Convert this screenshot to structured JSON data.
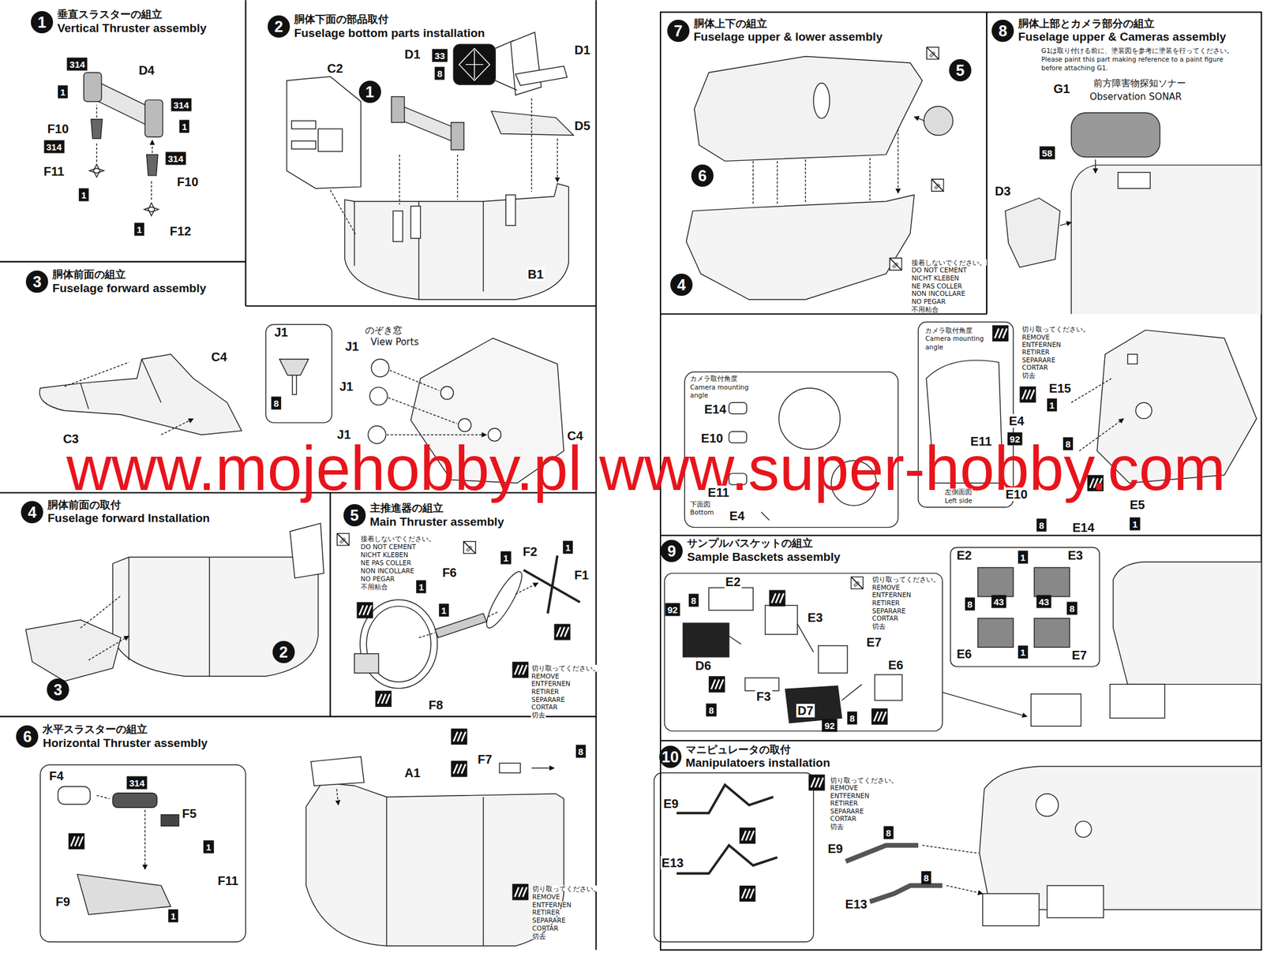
{
  "diagram": {
    "nodes": [
      {
        "text": [
          "1",
          "垂直スラスターの組立",
          "Vertical Thruster assembly"
        ]
      },
      {
        "text": [
          "2",
          "胴体下面の部品取付",
          "Fuselage bottom parts installation"
        ]
      },
      {
        "text": [
          "3",
          "胴体前面の組立",
          "Fuselage forward assembly"
        ]
      },
      {
        "text": [
          "4",
          "胴体前面の取付",
          "Fuselage forward Installation"
        ]
      },
      {
        "text": [
          "5",
          "主推進器の組立",
          "Main Thruster assembly"
        ]
      },
      {
        "text": [
          "6",
          "水平スラスターの組立",
          "Horizontal Thruster assembly"
        ]
      },
      {
        "text": [
          "7",
          "胴体上下の組立",
          "Fuselage upper & lower assembly"
        ]
      },
      {
        "text": [
          "8",
          "胴体上部とカメラ部分の組立",
          "Fuselage upper & Cameras assembly"
        ]
      },
      {
        "text": [
          "9",
          "サンプルバスケットの組立",
          "Sample Basckets assembly"
        ]
      },
      {
        "text": [
          "10",
          "マニピュレータの取付",
          "Manipulatoers installation"
        ]
      }
    ],
    "labels": [
      "314",
      "D4",
      "1",
      "314",
      "1",
      "F10",
      "314",
      "314",
      "F11",
      "F10",
      "1",
      "1",
      "F12",
      "D1",
      "33",
      "8",
      "D1",
      "C2",
      "1",
      "D5",
      "B1",
      "C4",
      "C3",
      "J1",
      "8",
      "のぞき窓",
      "View Ports",
      "J1",
      "J1",
      "J1",
      "C4",
      "www.mojehobby.pl www.super-hobby.com",
      "2",
      "3",
      "接着しないでください。",
      "DO NOT CEMENT",
      "NICHT KLEBEN",
      "NE PAS COLLER",
      "NON INCOLLARE",
      "NO PEGAR",
      "不用粘合",
      "1",
      "F2",
      "1",
      "F1",
      "F6",
      "1",
      "1",
      "F8",
      "切り取ってください。",
      "REMOVE",
      "ENTFERNEN",
      "RETIRER",
      "SEPARARE",
      "CORTAR",
      "切去",
      "F4",
      "314",
      "F5",
      "1",
      "F11",
      "F9",
      "1",
      "A1",
      "F7",
      "8",
      "切り取ってください。",
      "REMOVE",
      "ENTFERNEN",
      "RETIRER",
      "SEPARARE",
      "CORTAR",
      "切去",
      "5",
      "6",
      "4",
      "接着しないでください。",
      "DO NOT CEMENT",
      "NICHT KLEBEN",
      "NE PAS COLLER",
      "NON INCOLLARE",
      "NO PEGAR",
      "不用粘合",
      "G1は取り付ける前に、塗装図を参考に塗装を行ってください。",
      "Please paint this part making reference to a paint figure",
      "before attaching G1.",
      "G1",
      "前方障害物探知ソナー",
      "Observation SONAR",
      "58",
      "D3",
      "カメラ取付角度",
      "Camera mounting",
      "angle",
      "切り取ってください。",
      "REMOVE",
      "ENTFERNEN",
      "RETIRER",
      "SEPARARE",
      "CORTAR",
      "切去",
      "カメラ取付角度",
      "Camera mounting",
      "angle",
      "E14",
      "E10",
      "E11",
      "下面図",
      "Bottom",
      "E4",
      "左側面図",
      "Left side",
      "E15",
      "1",
      "E4",
      "92",
      "8",
      "E11",
      "E10",
      "E5",
      "8",
      "E14",
      "1",
      "E2",
      "8",
      "92",
      "E3",
      "E7",
      "D6",
      "E6",
      "F3",
      "8",
      "D7",
      "8",
      "92",
      "切り取ってください。",
      "REMOVE",
      "ENTFERNEN",
      "RETIRER",
      "SEPARARE",
      "CORTAR",
      "切去",
      "E2",
      "1",
      "E3",
      "8",
      "43",
      "43",
      "8",
      "E6",
      "1",
      "E7",
      "E9",
      "E13",
      "切り取ってください。",
      "REMOVE",
      "ENTFERNEN",
      "RETIRER",
      "SEPARARE",
      "CORTAR",
      "切去",
      "E9",
      "8",
      "8",
      "E13"
    ]
  }
}
